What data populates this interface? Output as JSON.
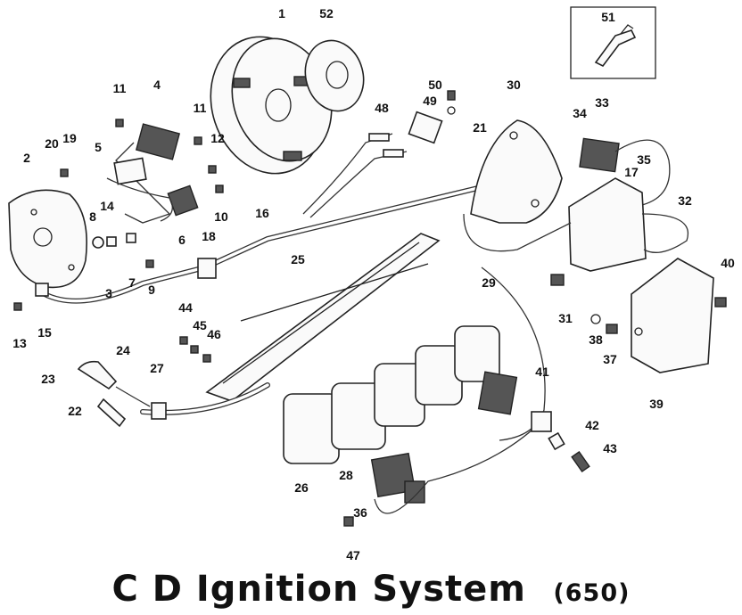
{
  "diagram": {
    "title": "C D Ignition System",
    "subtitle": "(650)",
    "part_labels": [
      "1",
      "52",
      "51",
      "4",
      "11",
      "11",
      "50",
      "49",
      "48",
      "30",
      "34",
      "33",
      "20",
      "19",
      "5",
      "12",
      "21",
      "17",
      "35",
      "2",
      "14",
      "32",
      "10",
      "16",
      "8",
      "6",
      "18",
      "25",
      "40",
      "3",
      "7",
      "9",
      "29",
      "31",
      "13",
      "15",
      "44",
      "45",
      "46",
      "38",
      "37",
      "24",
      "27",
      "41",
      "23",
      "22",
      "39",
      "42",
      "43",
      "28",
      "26",
      "36",
      "47"
    ]
  }
}
